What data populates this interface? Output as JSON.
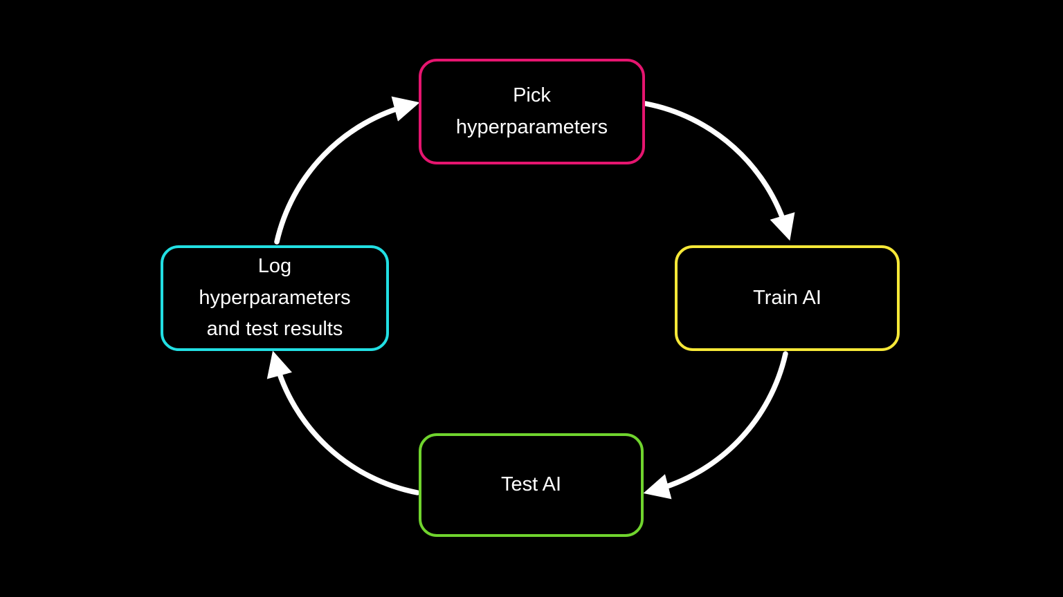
{
  "diagram": {
    "type": "cycle",
    "background_color": "#000000",
    "text_color": "#ffffff",
    "arrow_color": "#ffffff",
    "nodes": [
      {
        "id": "pick",
        "label": "Pick\nhyperparameters",
        "border_color": "#e5156f",
        "position": "top"
      },
      {
        "id": "train",
        "label": "Train AI",
        "border_color": "#f6e838",
        "position": "right"
      },
      {
        "id": "test",
        "label": "Test AI",
        "border_color": "#70d42e",
        "position": "bottom"
      },
      {
        "id": "log",
        "label": "Log\nhyperparameters\nand test results",
        "border_color": "#22dfe3",
        "position": "left"
      }
    ],
    "edges": [
      {
        "from": "pick",
        "to": "train"
      },
      {
        "from": "train",
        "to": "test"
      },
      {
        "from": "test",
        "to": "log"
      },
      {
        "from": "log",
        "to": "pick"
      }
    ]
  }
}
